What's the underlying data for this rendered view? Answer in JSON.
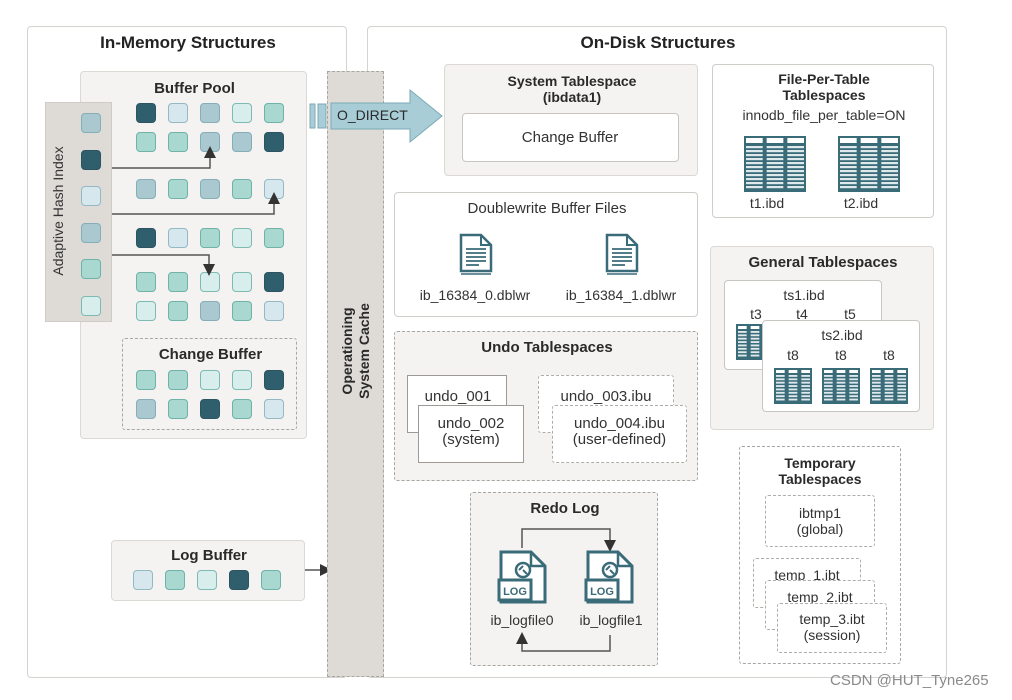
{
  "in_memory": {
    "title": "In-Memory Structures",
    "buffer_pool": {
      "title": "Buffer Pool",
      "rows": [
        [
          "dark",
          "light",
          "grey",
          "pale",
          "teal"
        ],
        [
          "teal",
          "teal",
          "grey",
          "grey",
          "dark"
        ],
        [
          "grey",
          "teal",
          "grey",
          "teal",
          "light"
        ],
        [
          "dark",
          "light",
          "teal",
          "pale",
          "teal"
        ],
        [
          "teal",
          "teal",
          "pale",
          "pale",
          "dark"
        ],
        [
          "pale",
          "teal",
          "grey",
          "teal",
          "light"
        ]
      ]
    },
    "adaptive_hash_index": {
      "title": "Adaptive Hash Index",
      "cells": [
        "grey",
        "dark",
        "light",
        "grey",
        "teal",
        "pale"
      ]
    },
    "change_buffer": {
      "title": "Change Buffer",
      "rows": [
        [
          "teal",
          "teal",
          "pale",
          "pale",
          "dark"
        ],
        [
          "grey",
          "teal",
          "dark",
          "teal",
          "light"
        ]
      ]
    },
    "log_buffer": {
      "title": "Log Buffer",
      "cells": [
        "light",
        "teal",
        "pale",
        "dark",
        "teal"
      ]
    }
  },
  "os_cache": {
    "title_line1": "Operationing",
    "title_line2": "System Cache",
    "o_direct_label": "O_DIRECT"
  },
  "on_disk": {
    "title": "On-Disk Structures",
    "system_tablespace": {
      "title_line1": "System Tablespace",
      "title_line2": "(ibdata1)",
      "inner": "Change Buffer"
    },
    "file_per_table": {
      "title_line1": "File-Per-Table",
      "title_line2": "Tablespaces",
      "setting": "innodb_file_per_table=ON",
      "files": [
        "t1.ibd",
        "t2.ibd"
      ]
    },
    "doublewrite": {
      "title": "Doublewrite Buffer Files",
      "files": [
        "ib_16384_0.dblwr",
        "ib_16384_1.dblwr"
      ]
    },
    "general_tablespaces": {
      "title": "General Tablespaces",
      "ts1": {
        "name": "ts1.ibd",
        "tables": [
          "t3",
          "t4",
          "t5"
        ]
      },
      "ts2": {
        "name": "ts2.ibd",
        "tables": [
          "t8",
          "t8",
          "t8"
        ]
      }
    },
    "undo_tablespaces": {
      "title": "Undo Tablespaces",
      "undo_001": "undo_001",
      "undo_002_line1": "undo_002",
      "undo_002_line2": "(system)",
      "undo_003": "undo_003.ibu",
      "undo_004_line1": "undo_004.ibu",
      "undo_004_line2": "(user-defined)"
    },
    "redo_log": {
      "title": "Redo Log",
      "files": [
        "ib_logfile0",
        "ib_logfile1"
      ],
      "icon_label": "LOG"
    },
    "temporary_tablespaces": {
      "title_line1": "Temporary",
      "title_line2": "Tablespaces",
      "ibtmp1_line1": "ibtmp1",
      "ibtmp1_line2": "(global)",
      "temp1": "temp_1.ibt",
      "temp2": "temp_2.ibt",
      "temp3_line1": "temp_3.ibt",
      "temp3_line2": "(session)"
    }
  },
  "watermark": "CSDN @HUT_Tyne265",
  "colors": {
    "dark": "#2f5f6c",
    "light": "#d6e7ee",
    "grey": "#a9c8cf",
    "teal": "#a9d8d1",
    "pale": "#d8eeec",
    "icon": "#3a6b78",
    "arrow_fill": "#a8cdd6"
  }
}
